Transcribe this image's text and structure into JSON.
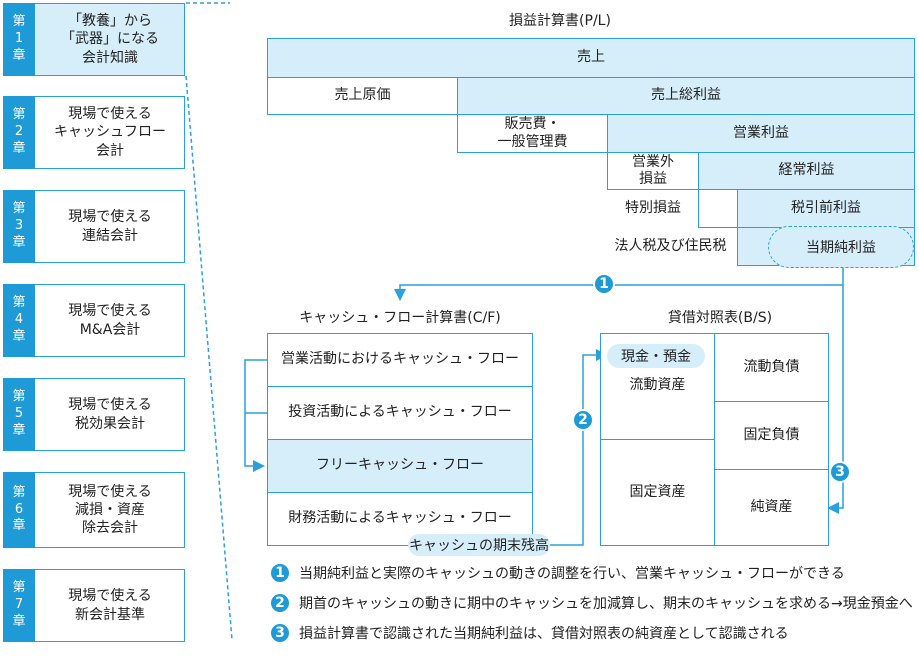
{
  "chapters": [
    {
      "tab": "第1章",
      "label": "「教養」から\n「武器」になる\n会計知識"
    },
    {
      "tab": "第2章",
      "label": "現場で使える\nキャッシュフロー\n会計"
    },
    {
      "tab": "第3章",
      "label": "現場で使える\n連結会計"
    },
    {
      "tab": "第4章",
      "label": "現場で使える\nM&A会計"
    },
    {
      "tab": "第5章",
      "label": "現場で使える\n税効果会計"
    },
    {
      "tab": "第6章",
      "label": "現場で使える\n減損・資産\n除去会計"
    },
    {
      "tab": "第7章",
      "label": "現場で使える\n新会計基準"
    }
  ],
  "pl": {
    "title": "損益計算書(P/L)",
    "sales": "売上",
    "cogs": "売上原価",
    "gross_profit": "売上総利益",
    "sga": "販売費・\n一般管理費",
    "operating_income": "営業利益",
    "non_operating": "営業外\n損益",
    "ordinary_income": "経常利益",
    "extraordinary": "特別損益",
    "pretax_income": "税引前利益",
    "income_tax": "法人税及び住民税",
    "net_income": "当期純利益"
  },
  "cf": {
    "title": "キャッシュ・フロー計算書(C/F)",
    "operating": "営業活動におけるキャッシュ・フロー",
    "investing": "投資活動によるキャッシュ・フロー",
    "free": "フリーキャッシュ・フロー",
    "financing": "財務活動によるキャッシュ・フロー",
    "ending_balance": "キャッシュの期末残高"
  },
  "bs": {
    "title": "貸借対照表(B/S)",
    "cash": "現金・預金",
    "current_assets": "流動資産",
    "fixed_assets": "固定資産",
    "current_liabilities": "流動負債",
    "fixed_liabilities": "固定負債",
    "net_assets": "純資産"
  },
  "markers": [
    "1",
    "2",
    "3"
  ],
  "notes": [
    {
      "num": "1",
      "text": "当期純利益と実際のキャッシュの動きの調整を行い、営業キャッシュ・フローができる"
    },
    {
      "num": "2",
      "text": "期首のキャッシュの動きに期中のキャッシュを加減算し、期末のキャッシュを求める→現金預金へ"
    },
    {
      "num": "3",
      "text": "損益計算書で認識された当期純利益は、貸借対照表の純資産として認識される"
    }
  ],
  "colors": {
    "accent": "#1e9ad6",
    "fill": "#d6eefa",
    "border": "#2aa0dc"
  }
}
